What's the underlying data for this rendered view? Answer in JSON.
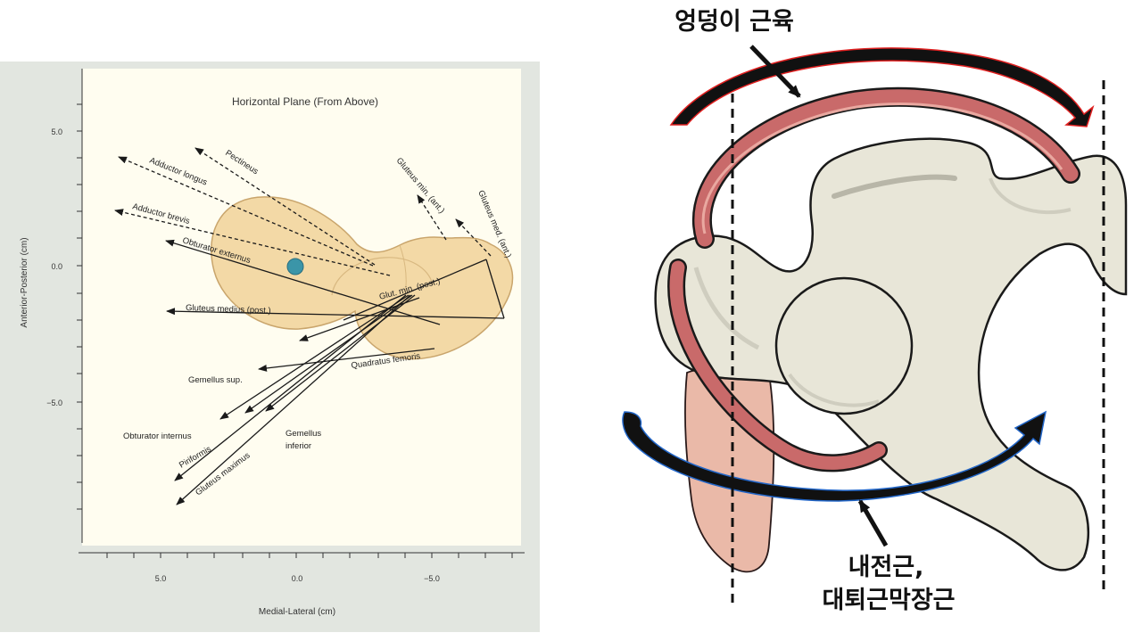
{
  "left_figure": {
    "title": "Horizontal Plane (From Above)",
    "y_axis_label": "Anterior-Posterior (cm)",
    "x_axis_label": "Medial-Lateral (cm)",
    "y_ticks": [
      "5.0",
      "0.0",
      "−5.0"
    ],
    "x_ticks": [
      "5.0",
      "0.0",
      "−5.0"
    ],
    "muscles": {
      "adductor_longus": "Adductor longus",
      "pectineus": "Pectineus",
      "adductor_brevis": "Adductor brevis",
      "obturator_externus": "Obturator externus",
      "gluteus_min_ant": "Gluteus min. (ant.)",
      "gluteus_med_ant": "Gluteus med. (ant.)",
      "glut_min_post": "Glut. min. (post.)",
      "gluteus_medius_post": "Gluteus medius (post.)",
      "quadratus_femoris": "Quadratus femoris",
      "gemellus_sup": "Gemellus sup.",
      "obturator_internus": "Obturator internus",
      "gemellus_inferior_line1": "Gemellus",
      "gemellus_inferior_line2": "inferior",
      "piriformis": "Piriformis",
      "gluteus_maximus": "Gluteus maximus"
    },
    "colors": {
      "background": "#e2e6e0",
      "plot_bg": "#fffdf0",
      "femur_fill": "#f3d9a6",
      "femur_stroke": "#c9a56c",
      "axis_marker": "#3b95a8"
    }
  },
  "right_figure": {
    "label_top": "엉덩이 근육",
    "label_bottom_line1": "내전근,",
    "label_bottom_line2": "대퇴근막장근",
    "colors": {
      "bone_fill": "#e8e6d8",
      "bone_stroke": "#1a1a1a",
      "muscle_fill": "#c96a6a",
      "muscle_light": "#eab9a8",
      "arrow_top_outline": "#e02020",
      "arrow_bottom_outline": "#2266c8"
    }
  }
}
